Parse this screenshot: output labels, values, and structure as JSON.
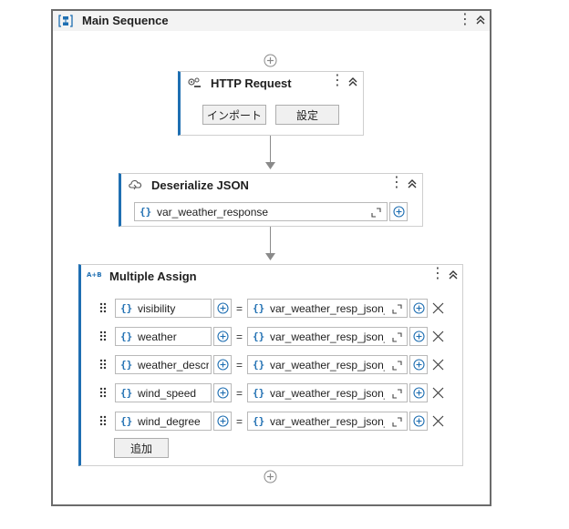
{
  "sequence": {
    "title": "Main Sequence",
    "icon": "sequence-icon"
  },
  "http_request": {
    "title": "HTTP Request",
    "icon": "gear-network-icon",
    "import_label": "インポート",
    "settings_label": "設定"
  },
  "deserialize": {
    "title": "Deserialize JSON",
    "icon": "cloud-json-icon",
    "input_value": "var_weather_response"
  },
  "multiple_assign": {
    "title": "Multiple Assign",
    "icon": "assign-icon",
    "icon_text": "A+B",
    "rows": [
      {
        "left": "visibility",
        "right": "var_weather_resp_json_c"
      },
      {
        "left": "weather",
        "right": "var_weather_resp_json_c"
      },
      {
        "left": "weather_descri",
        "right": "var_weather_resp_json_c"
      },
      {
        "left": "wind_speed",
        "right": "var_weather_resp_json_c"
      },
      {
        "left": "wind_degree",
        "right": "var_weather_resp_json_c"
      }
    ],
    "equals": "=",
    "add_label": "追加"
  },
  "colors": {
    "accent": "#1f6fb2",
    "border": "#6b6b6b",
    "header_bg": "#f3f3f3"
  }
}
